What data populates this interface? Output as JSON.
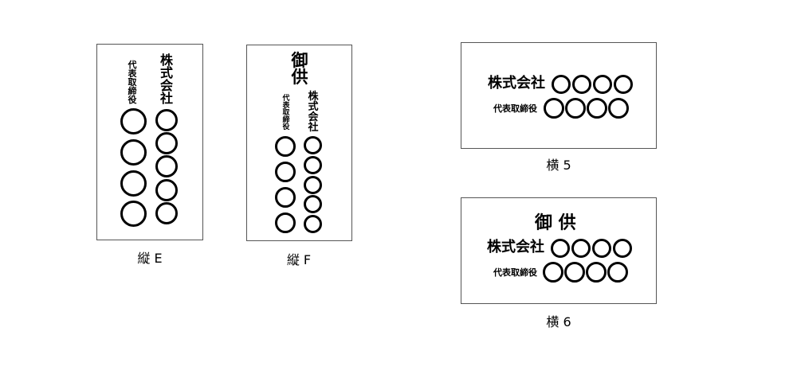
{
  "cards": {
    "tate_e": {
      "caption": "縦 E",
      "company": "株式会社",
      "title": "代表取締役"
    },
    "tate_f": {
      "caption": "縦 F",
      "onmotomo": "御供",
      "company": "株式会社",
      "title": "代表取締役"
    },
    "yoko_5": {
      "caption": "横 5",
      "company": "株式会社",
      "title": "代表取締役"
    },
    "yoko_6": {
      "caption": "横 6",
      "onmotomo": "御 供",
      "company": "株式会社",
      "title": "代表取締役"
    }
  }
}
